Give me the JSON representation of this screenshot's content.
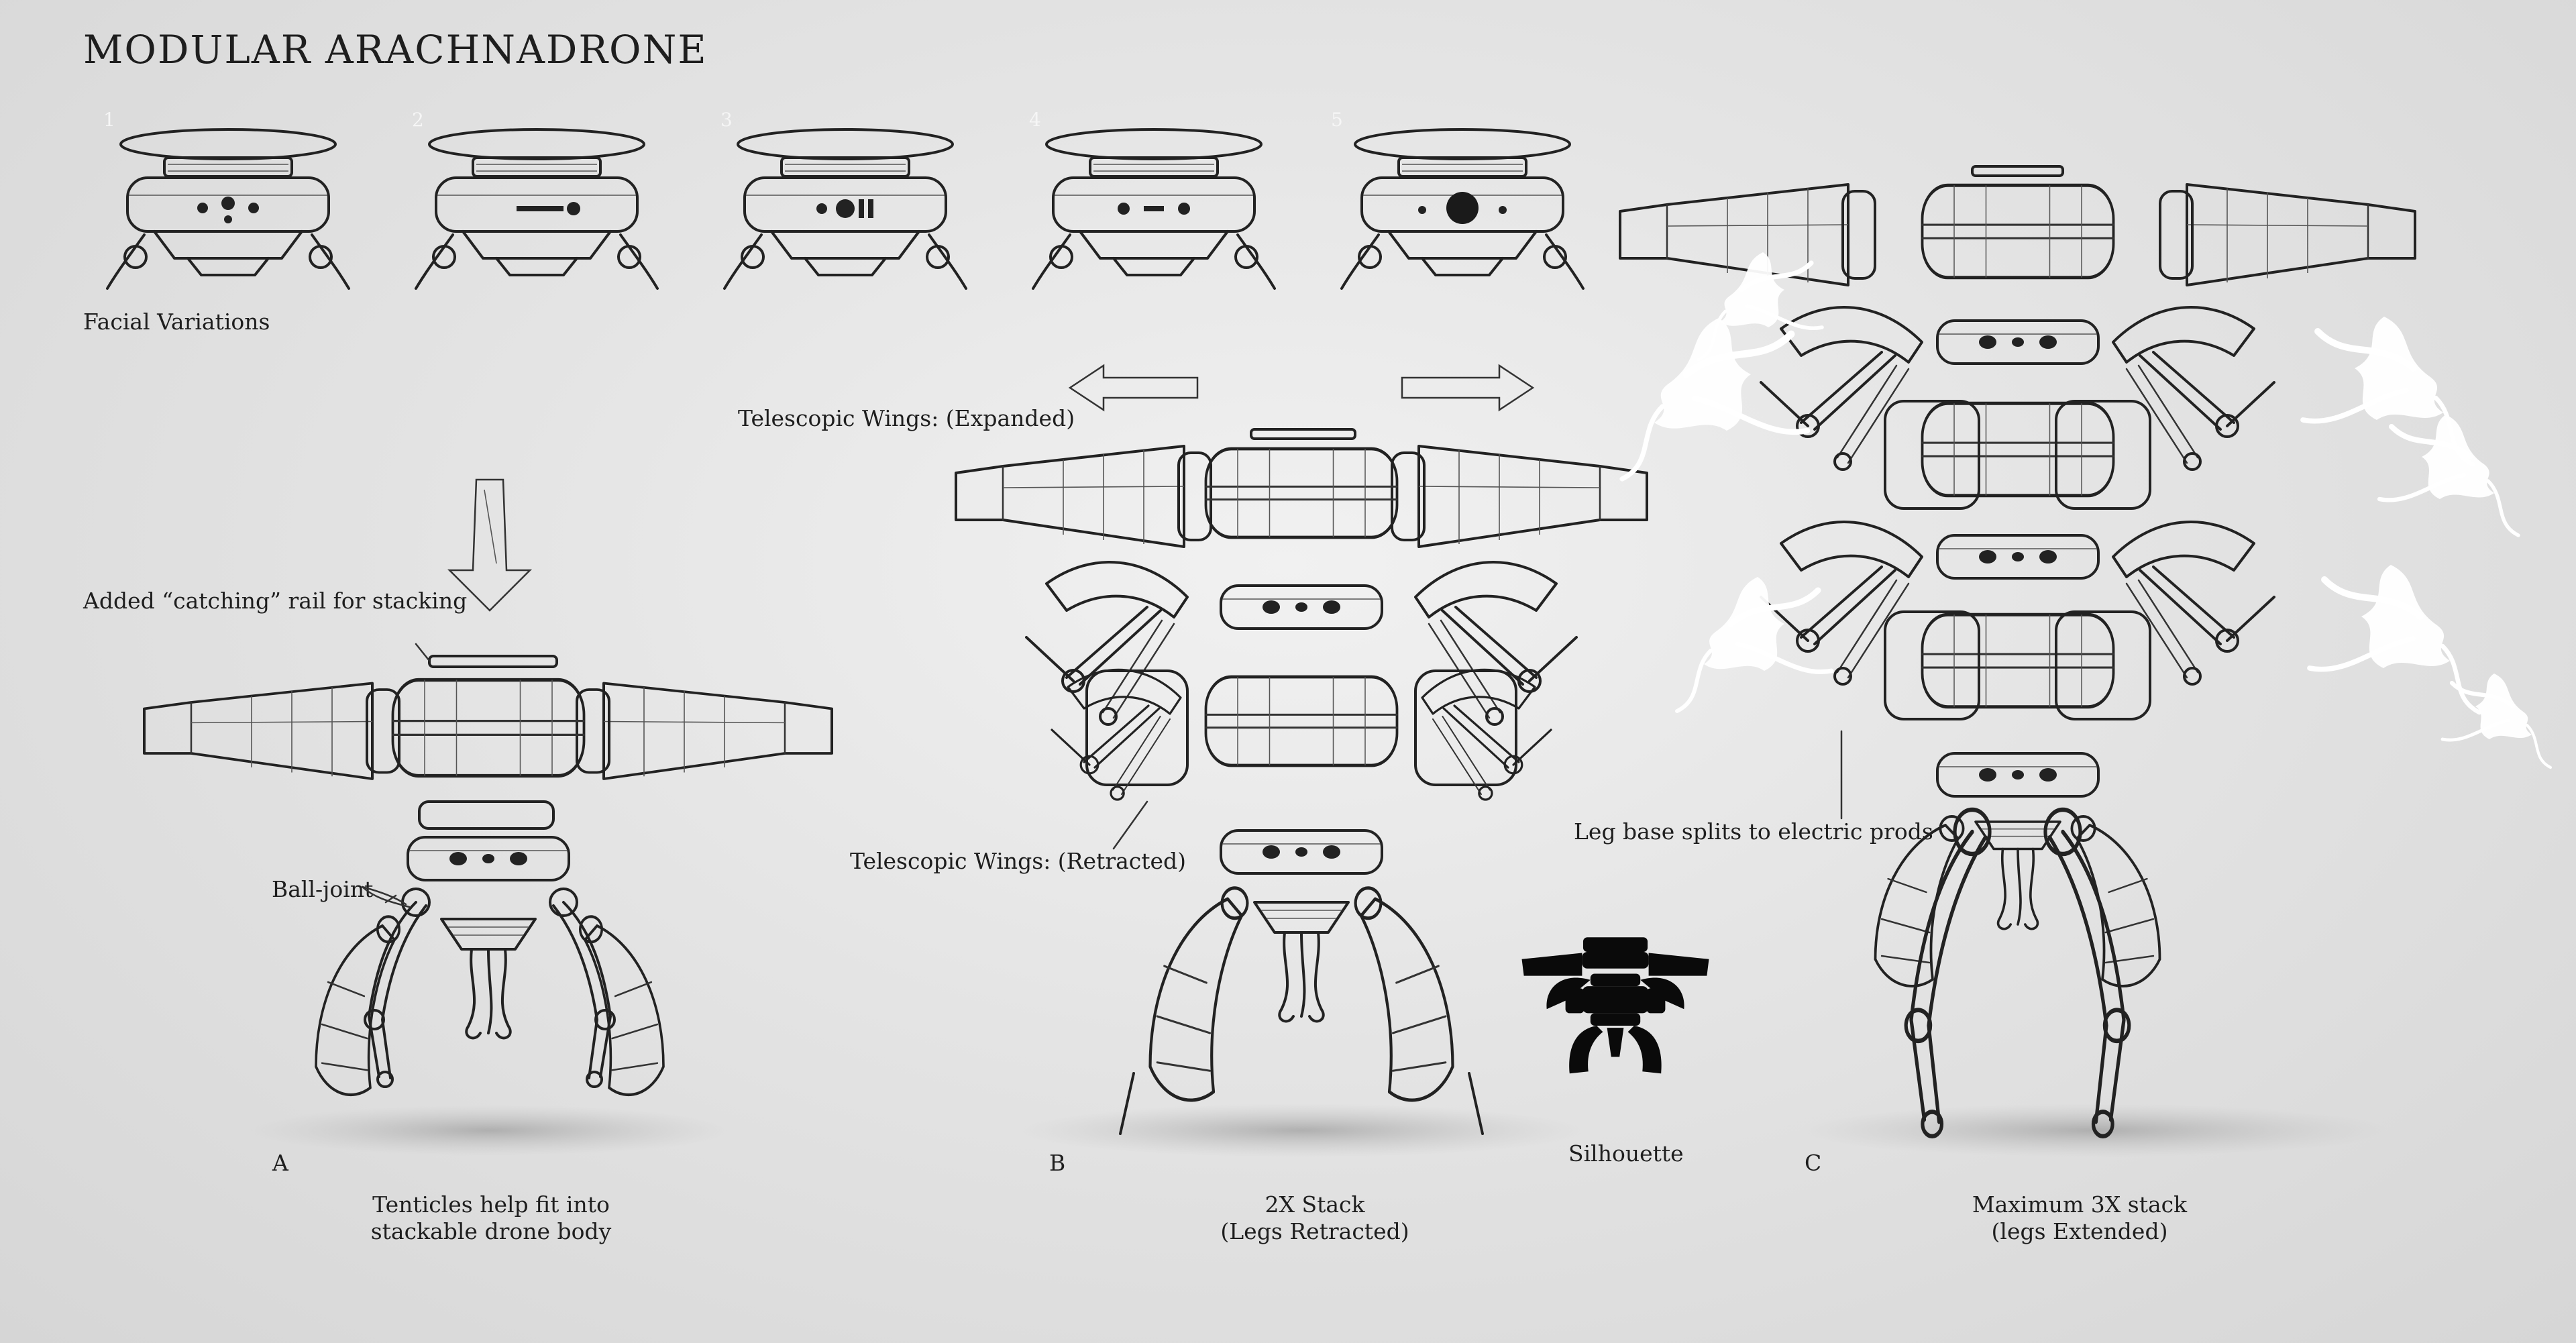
{
  "page": {
    "title": "MODULAR  ARACHNADRONE"
  },
  "facial": {
    "numbers": [
      "1",
      "2",
      "3",
      "4",
      "5"
    ],
    "caption": "Facial Variations"
  },
  "labels": {
    "catching_rail": "Added “catching” rail for stacking",
    "ball_joint": "Ball-joint",
    "wings_expanded": "Telescopic Wings: (Expanded)",
    "wings_retracted": "Telescopic Wings: (Retracted)",
    "leg_base": "Leg base splits to electric prods",
    "silhouette": "Silhouette"
  },
  "variants": {
    "a": {
      "letter": "A",
      "line1": "Tenticles help fit into",
      "line2": "stackable drone body"
    },
    "b": {
      "letter": "B",
      "line1": "2X Stack",
      "line2": "(Legs Retracted)"
    },
    "c": {
      "letter": "C",
      "line1": "Maximum 3X stack",
      "line2": "(legs Extended)"
    }
  },
  "colors": {
    "ink": "#222222",
    "body_fill": "#d4d4d4",
    "shadow": "#bfbfbf",
    "electric": "#ffffff"
  },
  "icons": [
    "arrow-left-icon",
    "arrow-right-icon",
    "arrow-down-icon",
    "electric-spark-icon"
  ]
}
